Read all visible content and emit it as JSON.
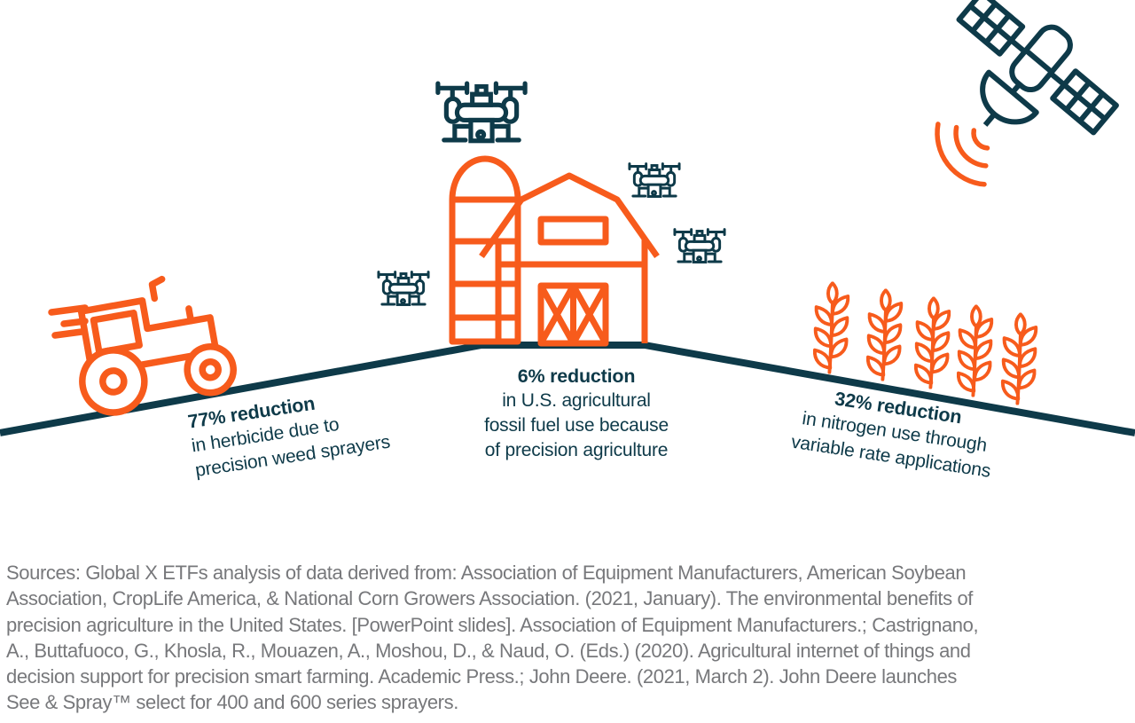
{
  "colors": {
    "orange": "#F75B1C",
    "dark": "#0E3A49",
    "gray": "#77787B",
    "bg": "#FFFFFF"
  },
  "icons": {
    "tractor": "tractor-icon",
    "speed_lines": "speed-lines-icon",
    "barn": "barn-with-silo-icon",
    "drone": "drone-icon",
    "satellite": "satellite-icon",
    "signal_waves": "signal-waves-icon",
    "wheat": "wheat-stalk-icon",
    "hill": "hill-ground-line"
  },
  "stats": [
    {
      "headline": "77% reduction",
      "lines": [
        "in herbicide due to",
        "precision weed sprayers"
      ]
    },
    {
      "headline": "6% reduction",
      "lines": [
        "in U.S. agricultural",
        "fossil fuel use because",
        "of precision agriculture"
      ]
    },
    {
      "headline": "32% reduction",
      "lines": [
        "in nitrogen use through",
        "variable rate applications"
      ]
    }
  ],
  "sources": {
    "lines": [
      "Sources: Global X ETFs analysis of data derived from: Association of Equipment Manufacturers, American Soybean",
      "Association, CropLife America, & National Corn Growers Association. (2021, January). The environmental benefits of",
      "precision agriculture in the United States. [PowerPoint slides]. Association of Equipment Manufacturers.; Castrignano,",
      "A., Buttafuoco, G., Khosla, R., Mouazen, A., Moshou, D., & Naud, O. (Eds.) (2020). Agricultural internet of things and",
      "decision support for precision smart farming. Academic Press.; John Deere. (2021, March 2). John Deere launches",
      "See & Spray™ select for 400 and 600 series sprayers."
    ]
  }
}
